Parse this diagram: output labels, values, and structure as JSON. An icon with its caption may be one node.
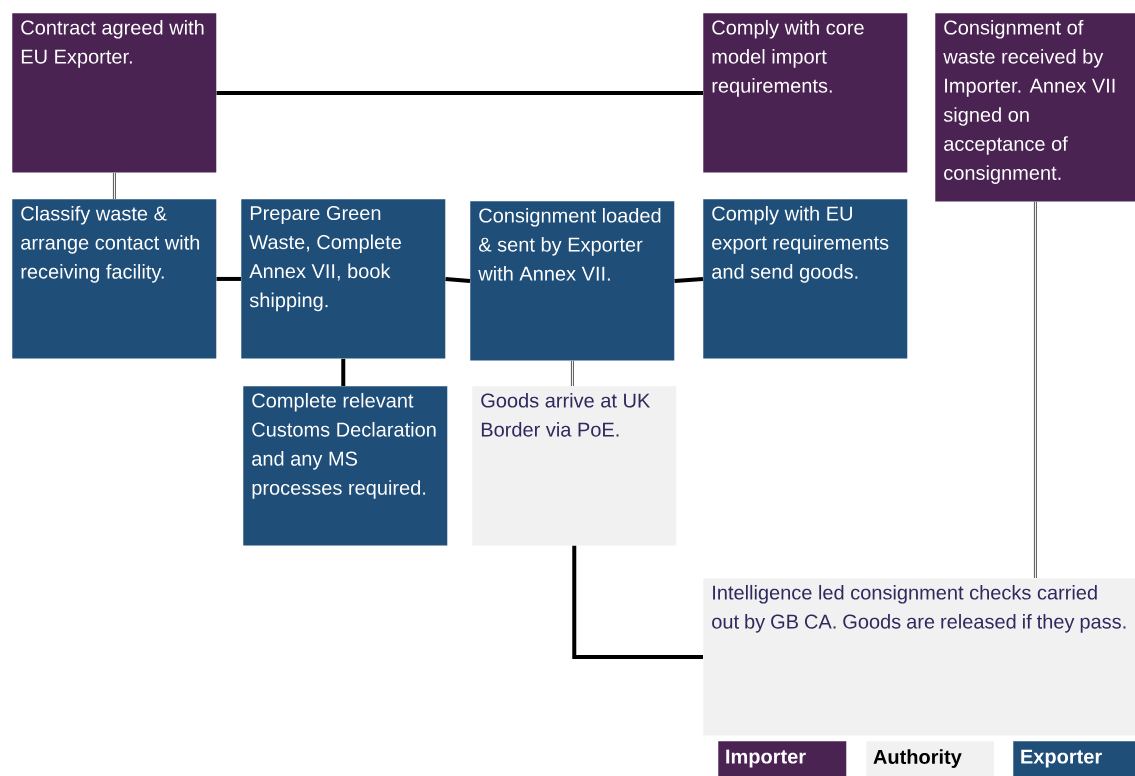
{
  "diagram": {
    "nodes": [
      {
        "text": [
          "Contract agreed with EU Exporter."
        ]
      },
      {
        "text": [
          "Comply with core model import requirements."
        ]
      },
      {
        "text": [
          "Consignment of waste received by Importer. Annex VII signed on acceptance of consignment."
        ]
      },
      {
        "text": [
          "Classify waste & arrange contact with receiving facility."
        ]
      },
      {
        "text": [
          "Prepare Green Waste, Complete Annex VII, book shipping."
        ]
      },
      {
        "text": [
          "Consignment loaded & sent by Exporter with Annex VII."
        ]
      },
      {
        "text": [
          "Comply with EU export requirements and send goods."
        ]
      },
      {
        "text": [
          "Complete relevant Customs Declaration and any MS processes required."
        ]
      },
      {
        "text": [
          "Goods arrive at UK Border via PoE."
        ]
      },
      {
        "text": [
          "Intelligence led consignment checks carried out by GB CA. Goods are released if they pass."
        ]
      }
    ],
    "edges": [
      {
        "from": 0,
        "to": 1,
        "arrow": "none"
      },
      {
        "from": 0,
        "to": 3,
        "arrow": "none"
      },
      {
        "from": 3,
        "to": 4,
        "arrow": "none"
      },
      {
        "from": 4,
        "to": 5,
        "arrow": "none"
      },
      {
        "from": 5,
        "to": 6,
        "arrow": "none"
      },
      {
        "from": 4,
        "to": 7,
        "arrow": "none"
      },
      {
        "from": 5,
        "to": 8,
        "arrow": "none"
      },
      {
        "from": 8,
        "to": 9,
        "arrow": "none"
      },
      {
        "from": 2,
        "to": 9,
        "arrow": "none"
      }
    ],
    "legend": [
      {
        "text": "Importer",
        "color": "#4a2353"
      },
      {
        "text": "Authority",
        "color": "#f1f1f1"
      },
      {
        "text": "Exporter",
        "color": "#1f4e79"
      }
    ]
  }
}
